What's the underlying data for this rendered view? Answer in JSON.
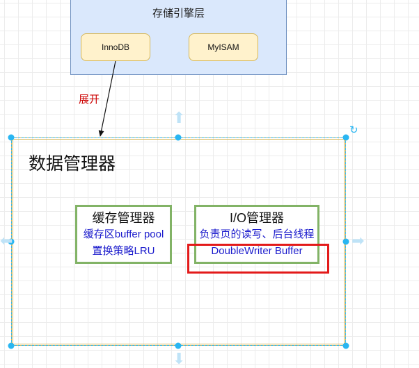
{
  "storage_engine": {
    "title": "存储引擎层",
    "engines": [
      {
        "label": "InnoDB"
      },
      {
        "label": "MyISAM"
      }
    ]
  },
  "connector": {
    "label": "展开"
  },
  "data_manager": {
    "title": "数据管理器",
    "cache_manager": {
      "title": "缓存管理器",
      "lines": [
        "缓存区buffer pool",
        "置换策略LRU"
      ]
    },
    "io_manager": {
      "title": "I/O管理器",
      "lines": [
        "负责页的读写、后台线程",
        "DoubleWriter Buffer"
      ]
    }
  },
  "colors": {
    "engine_fill": "#dae8fc",
    "engine_stroke": "#6c8ebf",
    "pill_fill": "#fff2cc",
    "pill_stroke": "#d6b656",
    "manager_stroke": "#82b366",
    "text_blue": "#1a1acc",
    "label_red": "#cc0000",
    "highlight_red": "#e31a1a",
    "selection_blue": "#29b6f2"
  },
  "icons": [
    "rotate-icon",
    "resize-handle",
    "expand-arrow-icon"
  ]
}
